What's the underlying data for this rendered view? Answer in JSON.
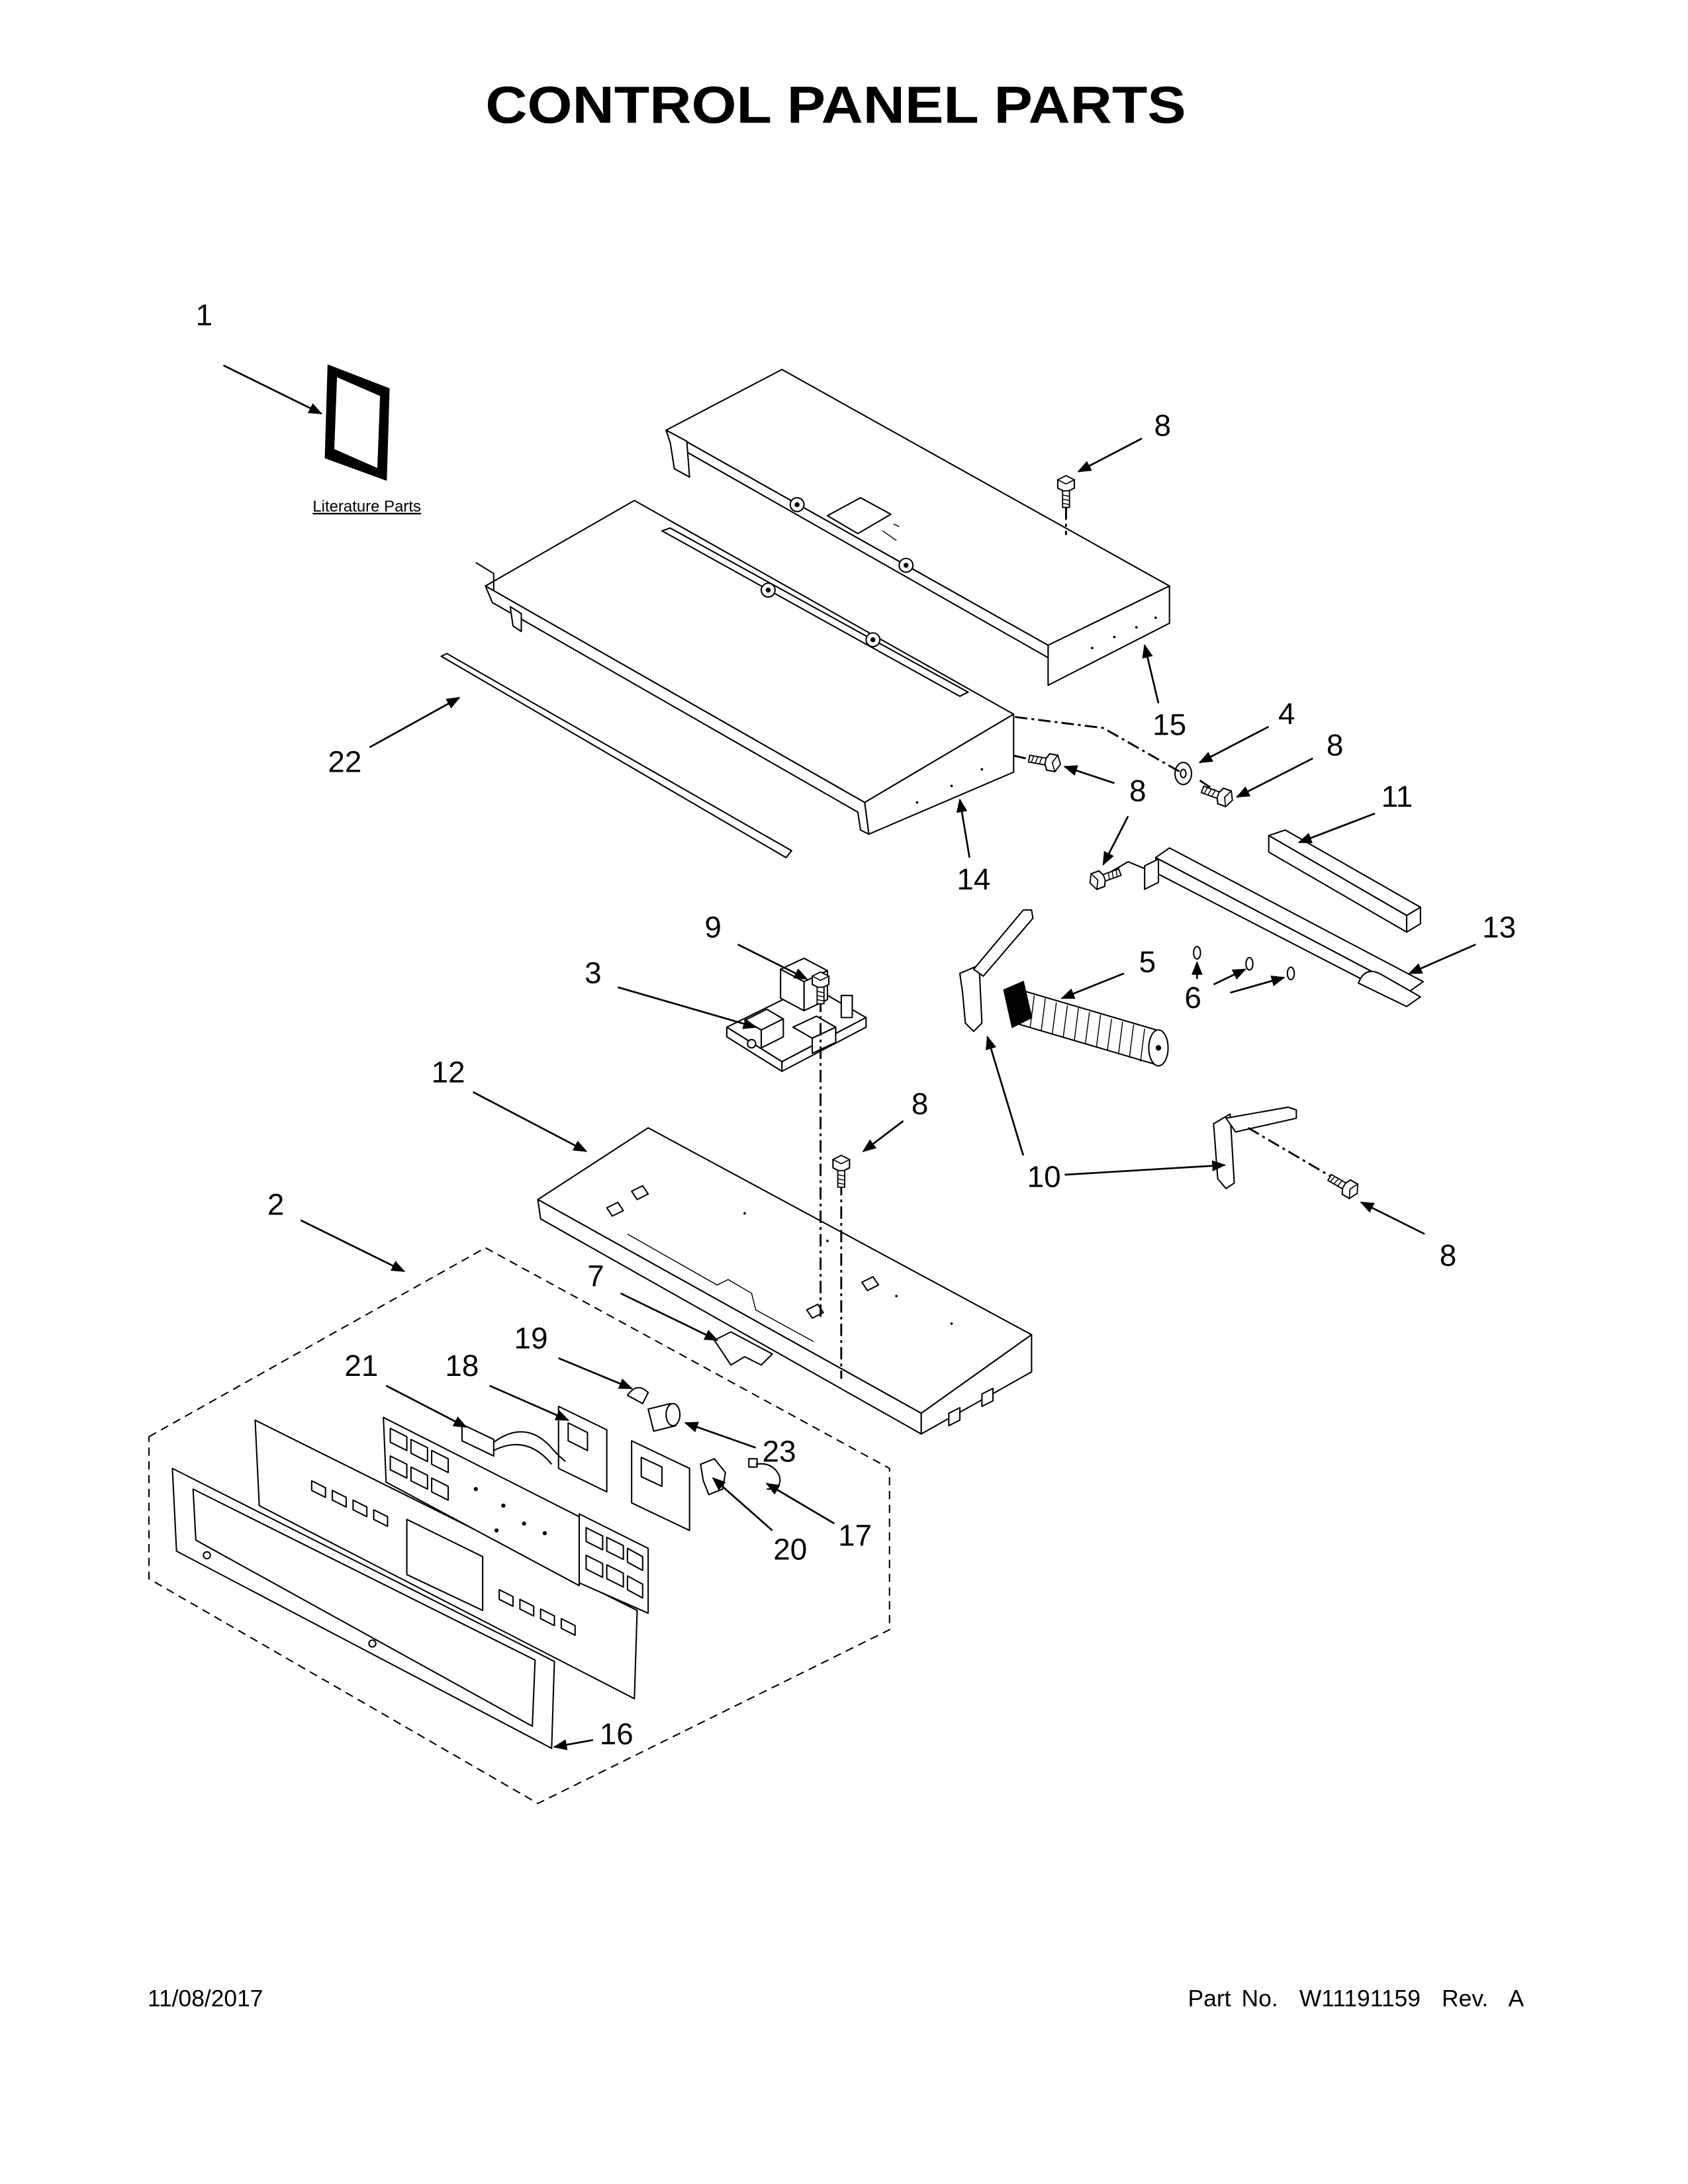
{
  "title": "CONTROL PANEL PARTS",
  "literature": {
    "label": "Literature Parts"
  },
  "callouts": [
    "1",
    "8",
    "15",
    "4",
    "8",
    "11",
    "8",
    "14",
    "22",
    "9",
    "3",
    "5",
    "6",
    "13",
    "12",
    "8",
    "10",
    "8",
    "2",
    "7",
    "19",
    "21",
    "18",
    "23",
    "20",
    "17",
    "16"
  ],
  "footer": {
    "date": "11/08/2017",
    "part_number": "Part No.  W11191159  Rev.  A"
  }
}
